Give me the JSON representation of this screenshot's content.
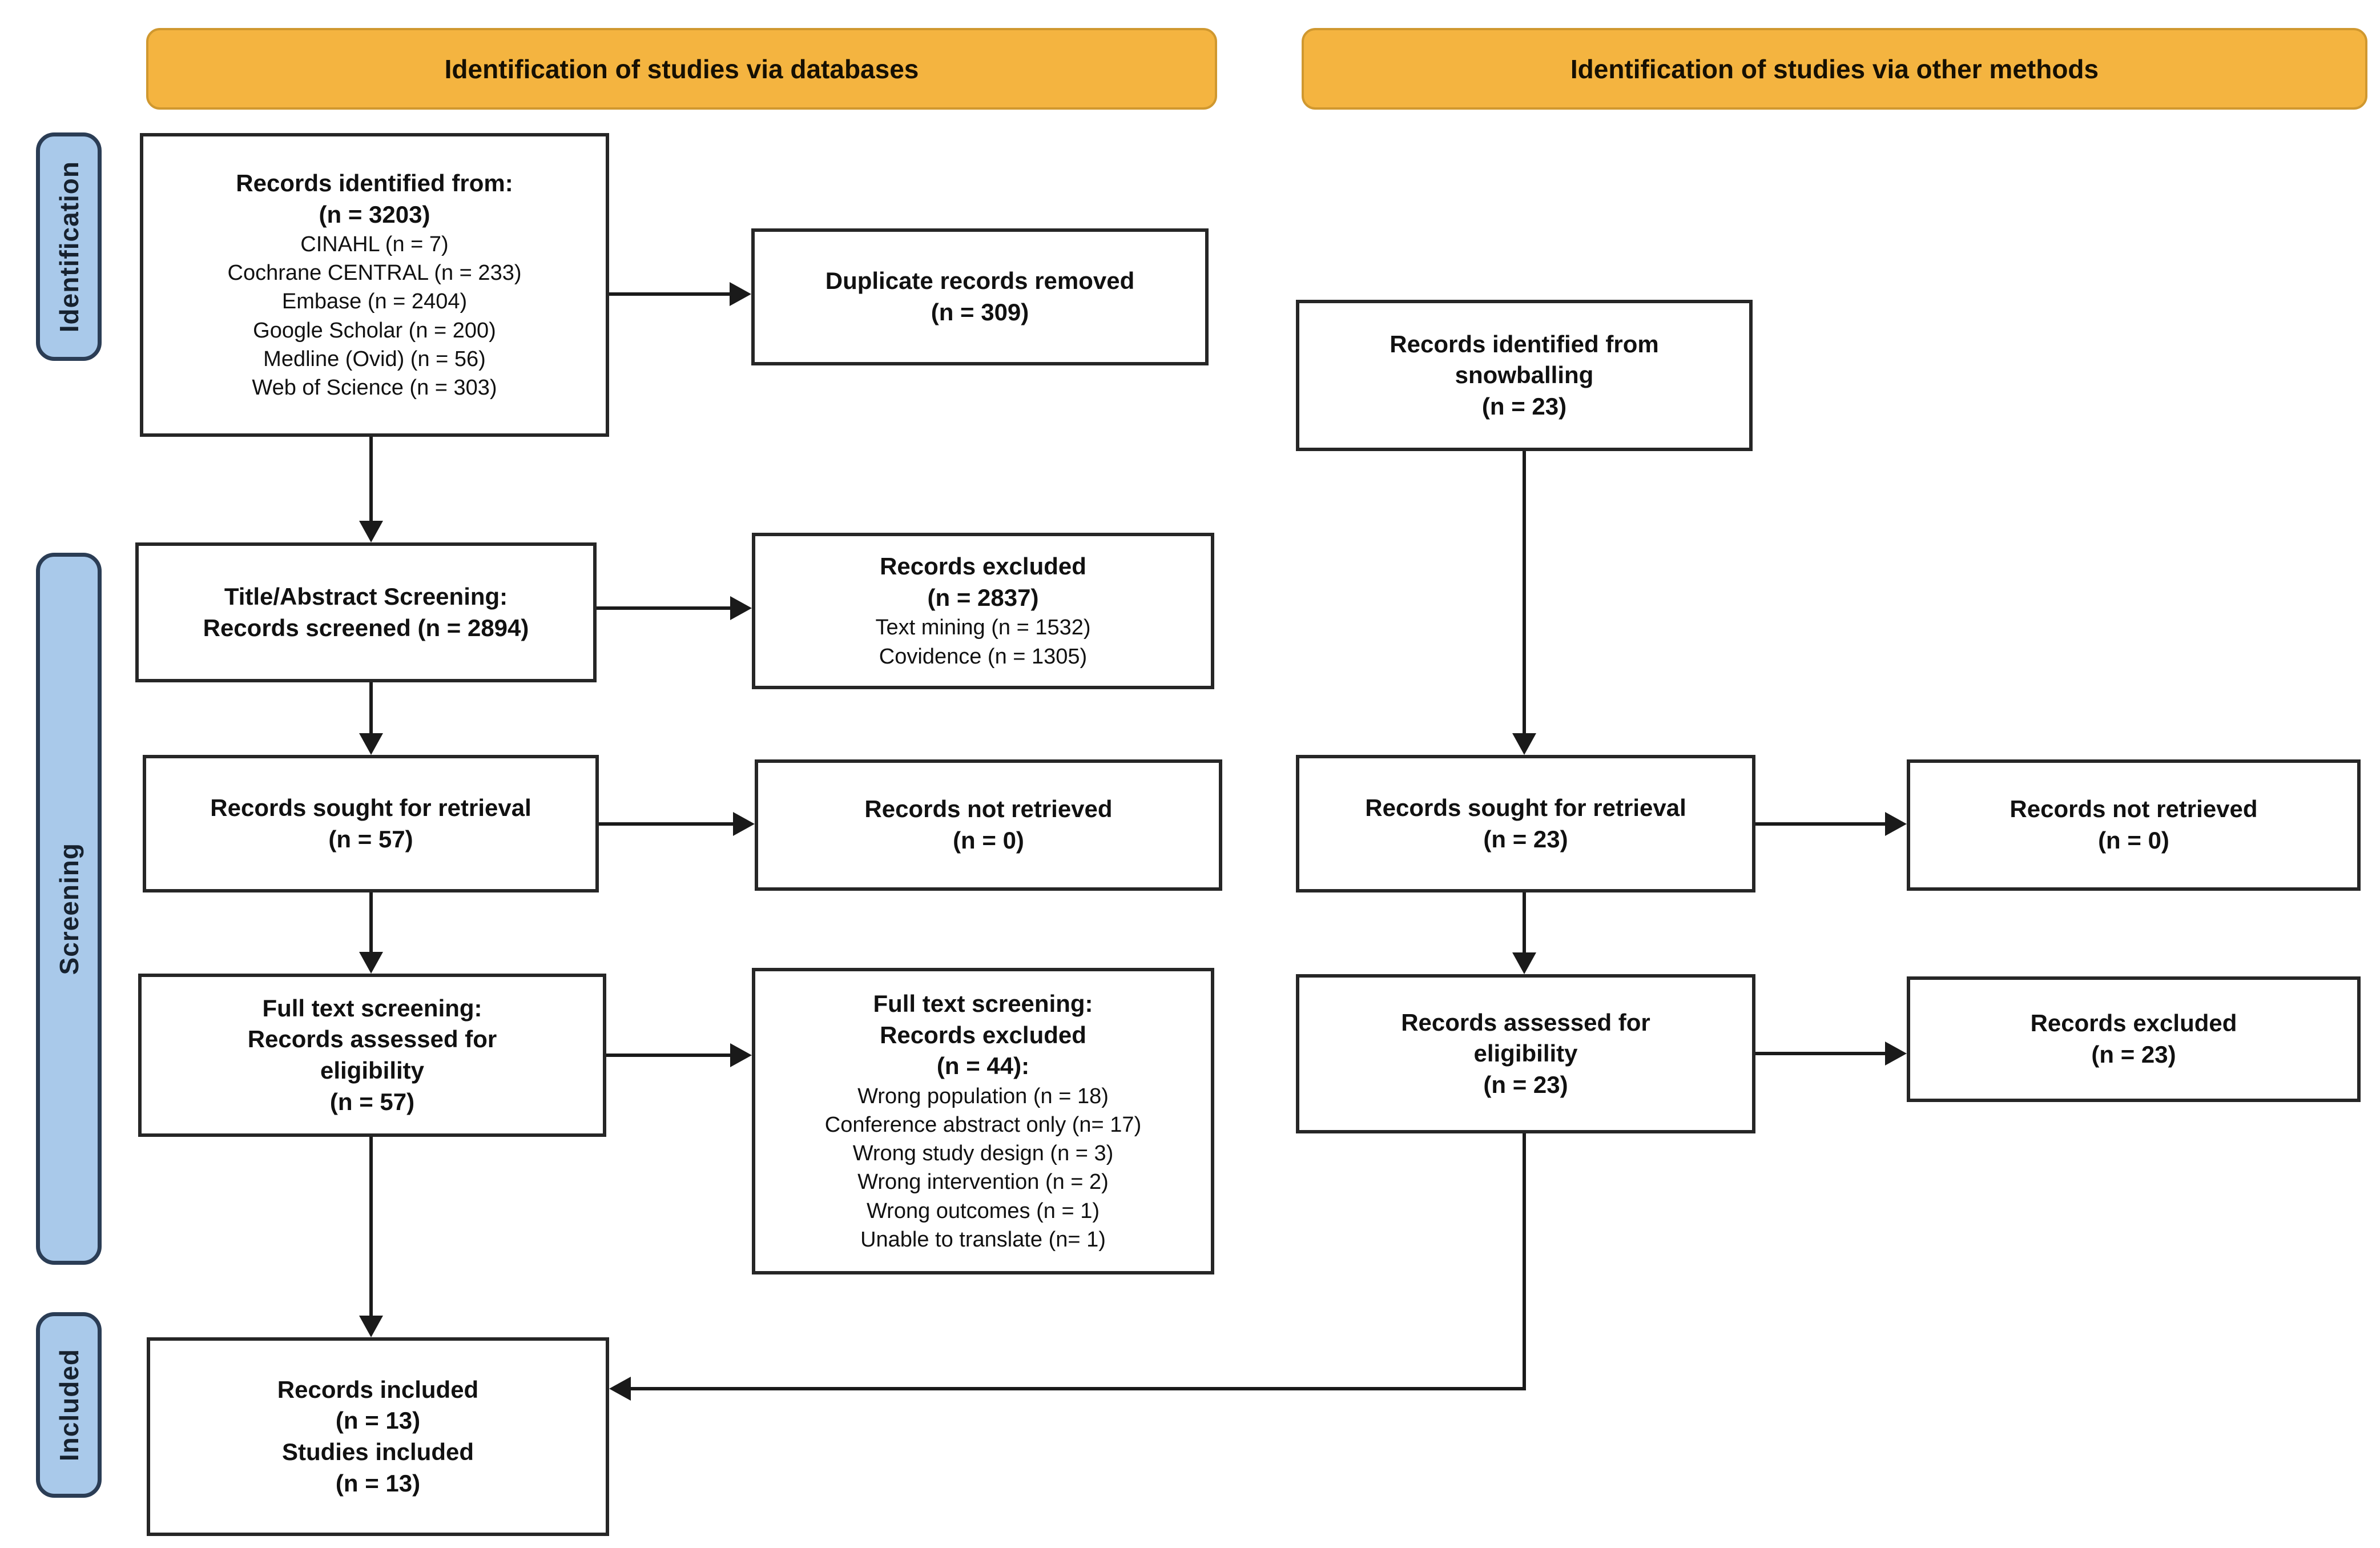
{
  "banners": {
    "databases": "Identification of studies via databases",
    "other_methods": "Identification of studies via other methods"
  },
  "sidebar": {
    "identification": "Identification",
    "screening": "Screening",
    "included": "Included"
  },
  "boxes": {
    "db_identified": {
      "lines": [
        "Records identified from:",
        "(n = 3203)",
        "CINAHL (n = 7)",
        "Cochrane CENTRAL (n = 233)",
        "Embase (n = 2404)",
        "Google Scholar (n = 200)",
        "Medline (Ovid) (n = 56)",
        "Web of Science (n = 303)"
      ]
    },
    "duplicate_removed": {
      "lines": [
        "Duplicate records removed",
        "(n = 309)"
      ]
    },
    "title_abstract": {
      "lines": [
        "Title/Abstract Screening:",
        "Records screened (n = 2894)"
      ]
    },
    "records_excluded": {
      "lines": [
        "Records excluded",
        "(n = 2837)",
        "Text mining (n = 1532)",
        "Covidence (n = 1305)"
      ]
    },
    "sought_db": {
      "lines": [
        "Records sought for retrieval",
        "(n = 57)"
      ]
    },
    "not_retrieved_db": {
      "lines": [
        "Records not retrieved",
        "(n = 0)"
      ]
    },
    "fulltext_db": {
      "lines": [
        "Full text screening:",
        "Records assessed for",
        "eligibility",
        "(n = 57)"
      ]
    },
    "fulltext_excluded": {
      "lines": [
        "Full text screening:",
        "Records excluded",
        "(n = 44):",
        "Wrong population (n = 18)",
        "Conference abstract only (n= 17)",
        "Wrong study design (n = 3)",
        "Wrong intervention (n = 2)",
        "Wrong outcomes (n = 1)",
        "Unable to translate (n= 1)"
      ]
    },
    "included_final": {
      "lines": [
        "Records included",
        "(n = 13)",
        "Studies included",
        "(n = 13)"
      ]
    },
    "snowballing": {
      "lines": [
        "Records identified from",
        "snowballing",
        "(n = 23)"
      ]
    },
    "sought_other": {
      "lines": [
        "Records sought for retrieval",
        "(n = 23)"
      ]
    },
    "not_retrieved_other": {
      "lines": [
        "Records not retrieved",
        "(n = 0)"
      ]
    },
    "assessed_other": {
      "lines": [
        "Records assessed for",
        "eligibility",
        "(n = 23)"
      ]
    },
    "excluded_other": {
      "lines": [
        "Records excluded",
        "(n = 23)"
      ]
    }
  },
  "colors": {
    "banner_fill": "#F4B440",
    "banner_border": "#D0982F",
    "sidebar_fill": "#A9C9EA",
    "sidebar_border": "#2B3D55",
    "box_border": "#262626",
    "arrow": "#1A1A1A",
    "text": "#111111"
  }
}
